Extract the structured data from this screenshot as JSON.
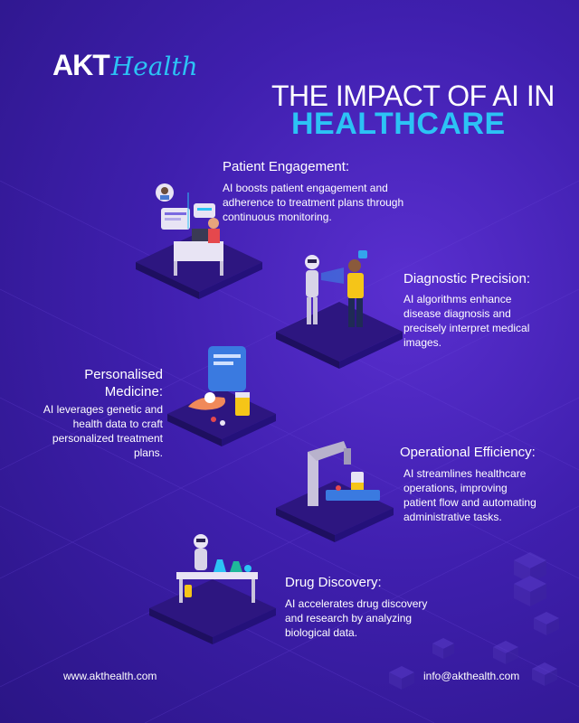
{
  "logo": {
    "brand": "AKT",
    "suffix": "Health"
  },
  "title": {
    "line1": "THE IMPACT OF AI IN",
    "line2": "HEALTHCARE"
  },
  "sections": [
    {
      "title": "Patient Engagement:",
      "description": "AI boosts patient  engagement and adherence to treatment plans through continuous monitoring."
    },
    {
      "title": "Diagnostic Precision:",
      "description": "AI algorithms enhance disease diagnosis and precisely interpret medical images."
    },
    {
      "title": "Personalised Medicine:",
      "description": "AI leverages genetic and health data to craft personalized treatment plans."
    },
    {
      "title": "Operational Efficiency:",
      "description": "AI streamlines healthcare operations, improving patient flow and automating administrative tasks."
    },
    {
      "title": "Drug Discovery:",
      "description": "AI accelerates drug discovery and research by analyzing biological data."
    }
  ],
  "footer": {
    "website": "www.akthealth.com",
    "email": "info@akthealth.com"
  },
  "colors": {
    "background": "#3f1fae",
    "accent": "#2cc3f5",
    "platform": "#2d1680"
  }
}
